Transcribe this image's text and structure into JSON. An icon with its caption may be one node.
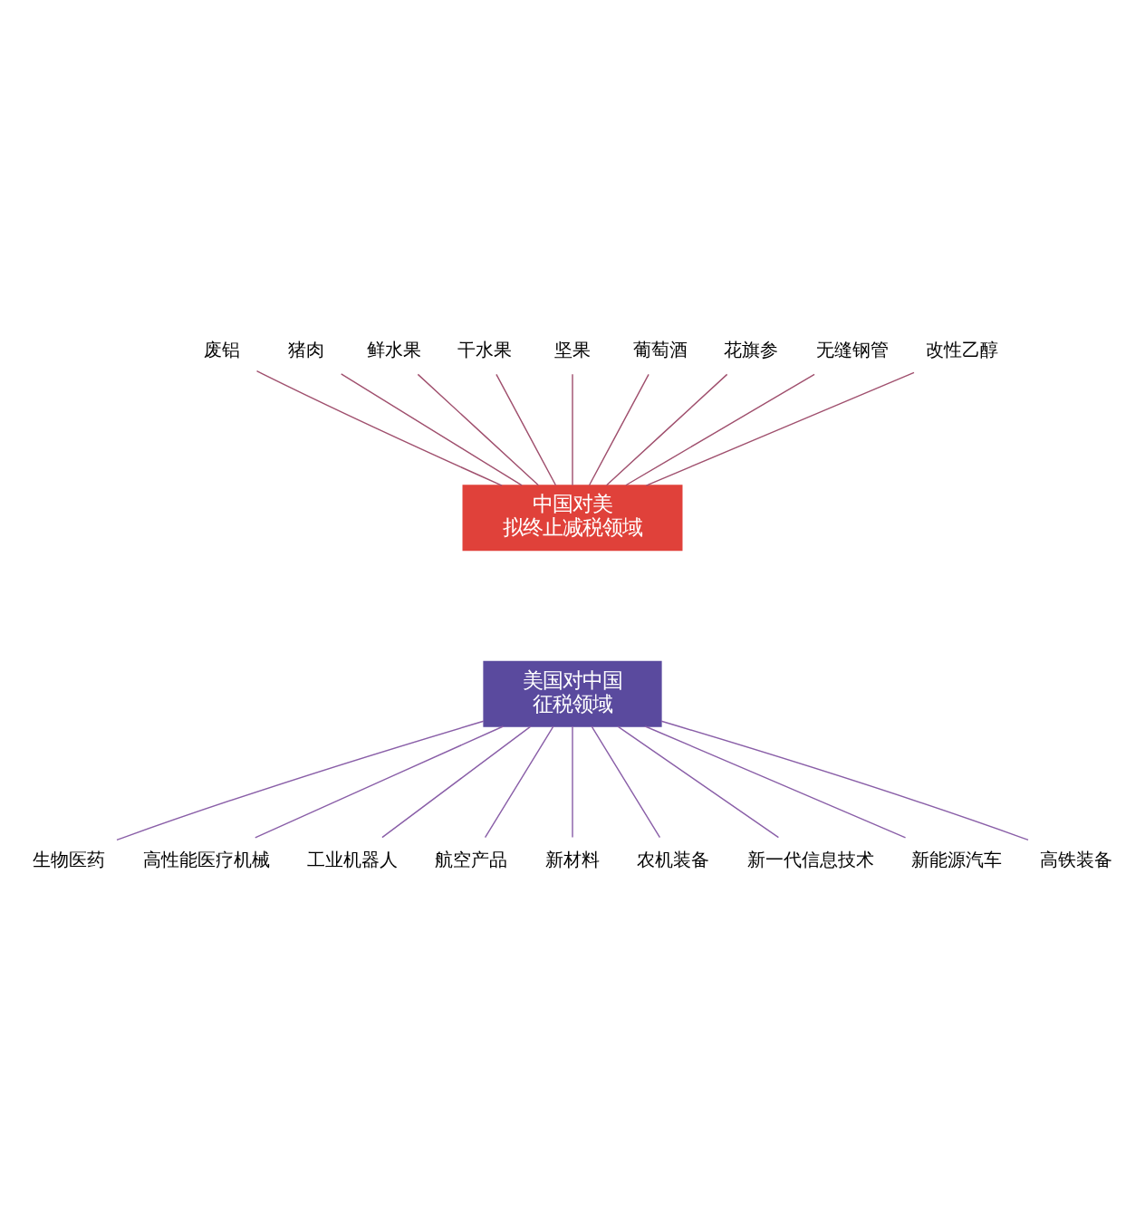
{
  "diagram": {
    "nodes": [
      {
        "text": [
          "废铝"
        ]
      },
      {
        "text": [
          "猪肉"
        ]
      },
      {
        "text": [
          "鲜水果"
        ]
      },
      {
        "text": [
          "干水果"
        ]
      },
      {
        "text": [
          "坚果"
        ]
      },
      {
        "text": [
          "葡萄酒"
        ]
      },
      {
        "text": [
          "花旗参"
        ]
      },
      {
        "text": [
          "无缝钢管"
        ]
      },
      {
        "text": [
          "改性乙醇"
        ]
      },
      {
        "text": [
          "中国对美",
          "拟终止减税领域"
        ]
      },
      {
        "text": [
          "美国对中国",
          "征税领域"
        ]
      },
      {
        "text": [
          "生物医药"
        ]
      },
      {
        "text": [
          "高性能医疗机械"
        ]
      },
      {
        "text": [
          "工业机器人"
        ]
      },
      {
        "text": [
          "航空产品"
        ]
      },
      {
        "text": [
          "新材料"
        ]
      },
      {
        "text": [
          "农机装备"
        ]
      },
      {
        "text": [
          "新一代信息技术"
        ]
      },
      {
        "text": [
          "新能源汽车"
        ]
      },
      {
        "text": [
          "高铁装备"
        ]
      }
    ],
    "edges": [
      {
        "from": 0,
        "to": 9,
        "arrow": "none",
        "color": "#a0506e"
      },
      {
        "from": 1,
        "to": 9,
        "arrow": "none",
        "color": "#a0506e"
      },
      {
        "from": 2,
        "to": 9,
        "arrow": "none",
        "color": "#a0506e"
      },
      {
        "from": 3,
        "to": 9,
        "arrow": "none",
        "color": "#a0506e"
      },
      {
        "from": 4,
        "to": 9,
        "arrow": "none",
        "color": "#a0506e"
      },
      {
        "from": 5,
        "to": 9,
        "arrow": "none",
        "color": "#a0506e"
      },
      {
        "from": 6,
        "to": 9,
        "arrow": "none",
        "color": "#a0506e"
      },
      {
        "from": 7,
        "to": 9,
        "arrow": "none",
        "color": "#a0506e"
      },
      {
        "from": 8,
        "to": 9,
        "arrow": "none",
        "color": "#a0506e"
      },
      {
        "from": 10,
        "to": 11,
        "arrow": "none",
        "color": "#8a5fa8"
      },
      {
        "from": 10,
        "to": 12,
        "arrow": "none",
        "color": "#8a5fa8"
      },
      {
        "from": 10,
        "to": 13,
        "arrow": "none",
        "color": "#8a5fa8"
      },
      {
        "from": 10,
        "to": 14,
        "arrow": "none",
        "color": "#8a5fa8"
      },
      {
        "from": 10,
        "to": 15,
        "arrow": "none",
        "color": "#8a5fa8"
      },
      {
        "from": 10,
        "to": 16,
        "arrow": "none",
        "color": "#8a5fa8"
      },
      {
        "from": 10,
        "to": 17,
        "arrow": "none",
        "color": "#8a5fa8"
      },
      {
        "from": 10,
        "to": 18,
        "arrow": "none",
        "color": "#8a5fa8"
      },
      {
        "from": 10,
        "to": 19,
        "arrow": "none",
        "color": "#8a5fa8"
      }
    ]
  }
}
